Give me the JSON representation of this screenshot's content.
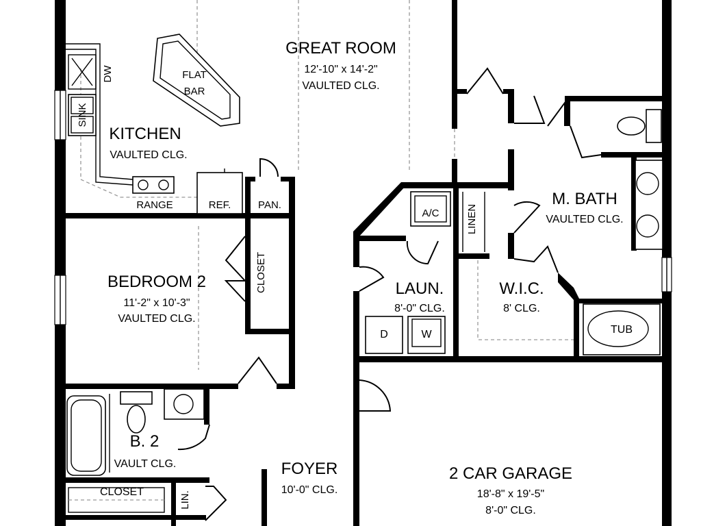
{
  "rooms": {
    "great_room": {
      "name": "GREAT ROOM",
      "size": "12'-10\" x 14'-2\"",
      "ceiling": "VAULTED CLG."
    },
    "kitchen": {
      "name": "KITCHEN",
      "ceiling": "VAULTED CLG."
    },
    "bedroom_2": {
      "name": "BEDROOM 2",
      "size": "11'-2\" x 10'-3\"",
      "ceiling": "VAULTED CLG."
    },
    "bath_2": {
      "name": "B. 2",
      "ceiling": "VAULT CLG."
    },
    "foyer": {
      "name": "FOYER",
      "ceiling": "10'-0\" CLG."
    },
    "laundry": {
      "name": "LAUN.",
      "ceiling": "8'-0\" CLG."
    },
    "wic": {
      "name": "W.I.C.",
      "ceiling": "8' CLG."
    },
    "master_bath": {
      "name": "M. BATH",
      "ceiling": "VAULTED CLG."
    },
    "garage": {
      "name": "2 CAR GARAGE",
      "size": "18'-8\" x 19'-5\"",
      "ceiling": "8'-0\" CLG."
    }
  },
  "fixtures": {
    "flat_bar_line1": "FLAT",
    "flat_bar_line2": "BAR",
    "dishwasher": "DW",
    "sink": "SINK",
    "range": "RANGE",
    "refrigerator": "REF.",
    "pantry": "PAN.",
    "bedroom_closet": "CLOSET",
    "hall_closet": "CLOSET",
    "linen": "LINEN",
    "lin": "LIN.",
    "ac": "A/C",
    "dryer": "D",
    "washer": "W",
    "tub": "TUB"
  }
}
